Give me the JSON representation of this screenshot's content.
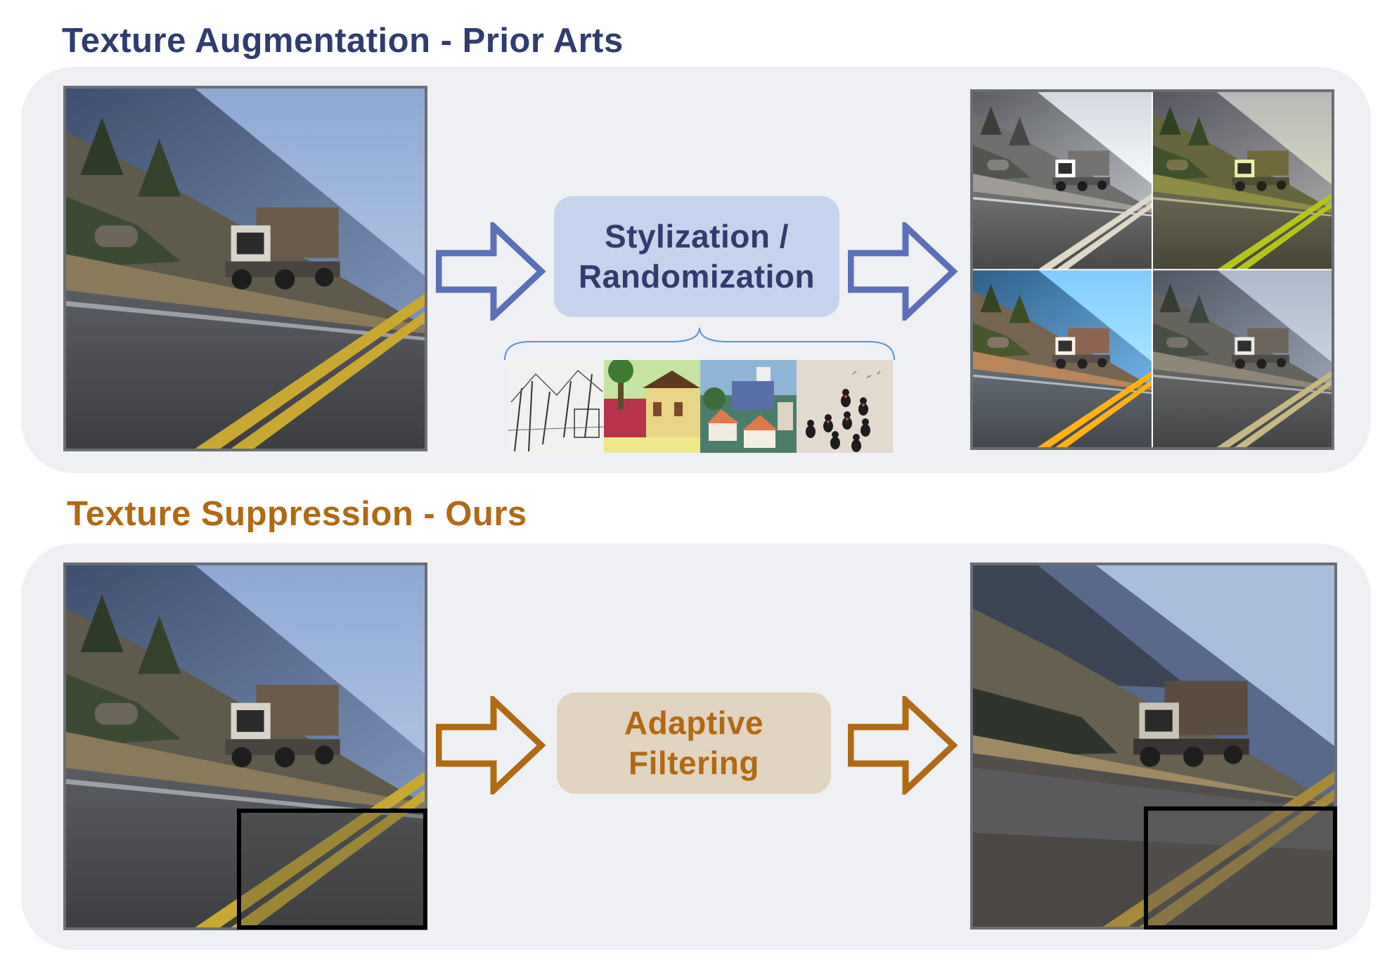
{
  "sections": {
    "top": {
      "title": "Texture Augmentation - Prior Arts",
      "process_line1": "Stylization /",
      "process_line2": "Randomization"
    },
    "bottom": {
      "title": "Texture Suppression - Ours",
      "process_line1": "Adaptive",
      "process_line2": "Filtering"
    }
  },
  "colors": {
    "top_title": "#2f3d6e",
    "top_box_fill": "#c5d3ec",
    "top_arrow": "#5b70b8",
    "bottom_title": "#b06a14",
    "bottom_box_fill": "#e1d4c0",
    "bottom_arrow": "#b06a14",
    "panel_fill": "#eff0f4"
  },
  "icons": [
    "hollow-right-arrow-icon",
    "curly-brace-icon"
  ],
  "images": [
    "input-photo-truck-on-road",
    "stylized-output-grid-2x2",
    "style-sketch-thumbnail",
    "style-asian-building-thumbnail",
    "style-village-painting-thumbnail",
    "style-cats-thumbnail",
    "filtered-output-photo"
  ]
}
